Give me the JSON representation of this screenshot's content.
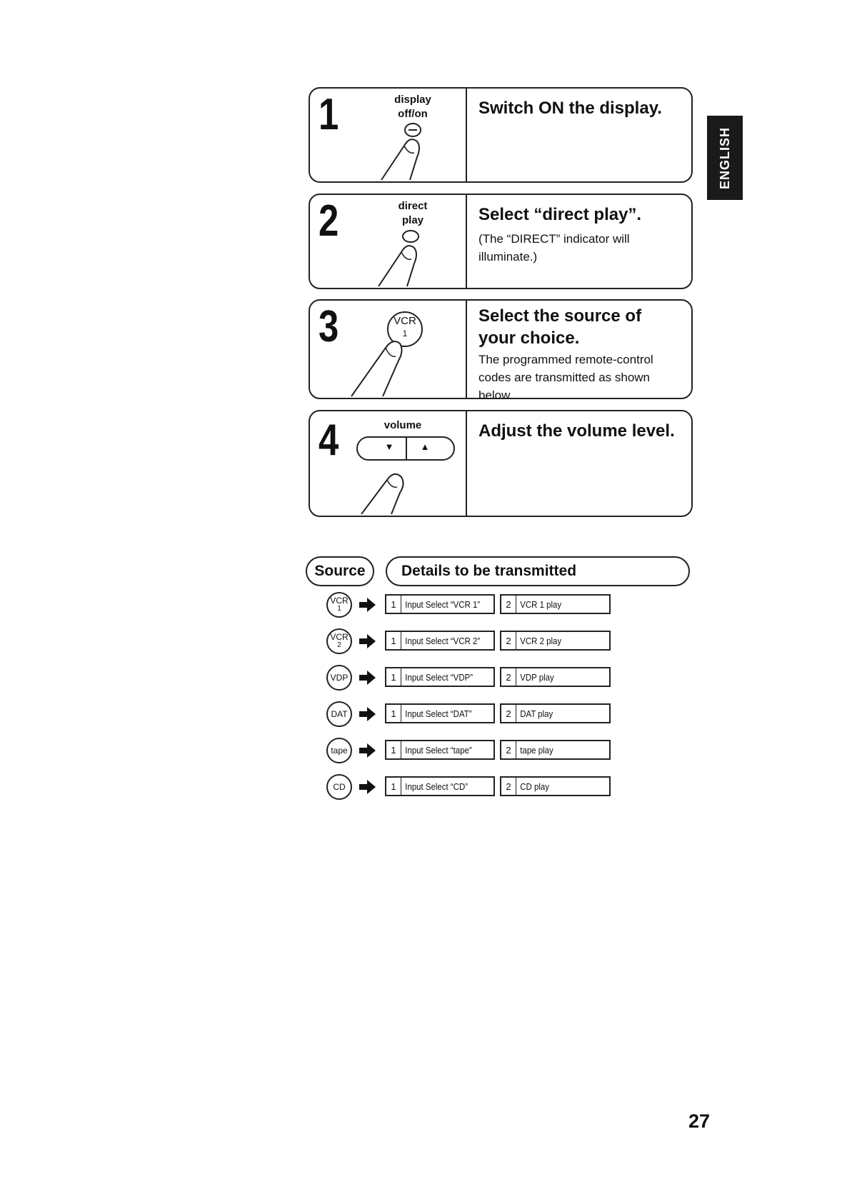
{
  "language_tab": "ENGLISH",
  "steps": [
    {
      "number": "1",
      "button_label_line1": "display",
      "button_label_line2": "off/on",
      "title": "Switch ON the display.",
      "description": ""
    },
    {
      "number": "2",
      "button_label_line1": "direct",
      "button_label_line2": "play",
      "title": "Select “direct play”.",
      "description": "(The “DIRECT” indicator will illuminate.)"
    },
    {
      "number": "3",
      "button_label_line1": "VCR",
      "button_label_line2": "1",
      "title": "Select the source of your choice.",
      "description": "The programmed remote-control codes are transmitted as shown below."
    },
    {
      "number": "4",
      "button_label_line1": "volume",
      "button_label_line2": "",
      "title": "Adjust the volume level.",
      "description": "",
      "down_symbol": "▼",
      "up_symbol": "▲"
    }
  ],
  "table_headers": {
    "source": "Source",
    "details": "Details to be transmitted"
  },
  "rows": [
    {
      "icon_main": "VCR",
      "icon_sub": "1",
      "step1_num": "1",
      "step1_text": "Input Select “VCR 1”",
      "step2_num": "2",
      "step2_text": "VCR 1 play"
    },
    {
      "icon_main": "VCR",
      "icon_sub": "2",
      "step1_num": "1",
      "step1_text": "Input Select “VCR 2”",
      "step2_num": "2",
      "step2_text": "VCR 2 play"
    },
    {
      "icon_main": "VDP",
      "icon_sub": "",
      "step1_num": "1",
      "step1_text": "Input Select “VDP”",
      "step2_num": "2",
      "step2_text": "VDP play"
    },
    {
      "icon_main": "DAT",
      "icon_sub": "",
      "step1_num": "1",
      "step1_text": "Input Select “DAT”",
      "step2_num": "2",
      "step2_text": "DAT play"
    },
    {
      "icon_main": "tape",
      "icon_sub": "",
      "step1_num": "1",
      "step1_text": "Input Select “tape”",
      "step2_num": "2",
      "step2_text": "tape play"
    },
    {
      "icon_main": "CD",
      "icon_sub": "",
      "step1_num": "1",
      "step1_text": "Input Select “CD”",
      "step2_num": "2",
      "step2_text": "CD play"
    }
  ],
  "page_number": "27"
}
